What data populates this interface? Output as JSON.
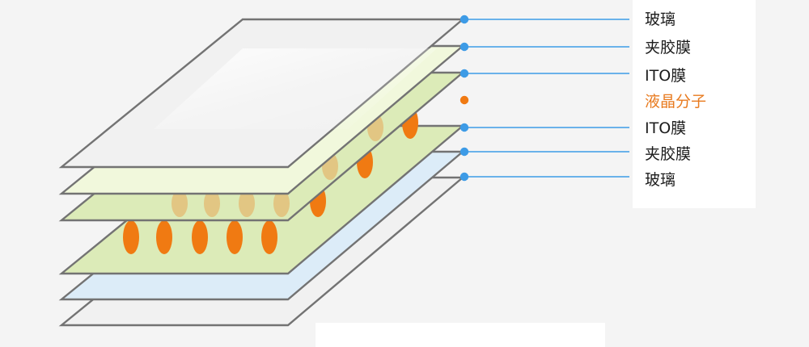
{
  "colors": {
    "background": "#f4f4f4",
    "panel": "#ffffff",
    "layer_stroke": "#737373",
    "glass_fill": "#f1f1f1",
    "interlayer_film_fill": "#f1f8dc",
    "ito_film_fill": "#dcebb8",
    "liquid_crystal": "#f07a12",
    "lower_film_fill": "#dcecf8",
    "leader_line": "#3d9be6",
    "highlight_text": "#e87a1e",
    "text": "#1c1c1c"
  },
  "layers": [
    {
      "id": "glass-top",
      "label": "玻璃",
      "highlight": false
    },
    {
      "id": "interlayer-film-top",
      "label": "夹胶膜",
      "highlight": false
    },
    {
      "id": "ito-film-top",
      "label": "ITO膜",
      "highlight": false
    },
    {
      "id": "liquid-crystal",
      "label": "液晶分子",
      "highlight": true
    },
    {
      "id": "ito-film-bottom",
      "label": "ITO膜",
      "highlight": false
    },
    {
      "id": "interlayer-film-bottom",
      "label": "夹胶膜",
      "highlight": false
    },
    {
      "id": "glass-bottom",
      "label": "玻璃",
      "highlight": false
    }
  ]
}
